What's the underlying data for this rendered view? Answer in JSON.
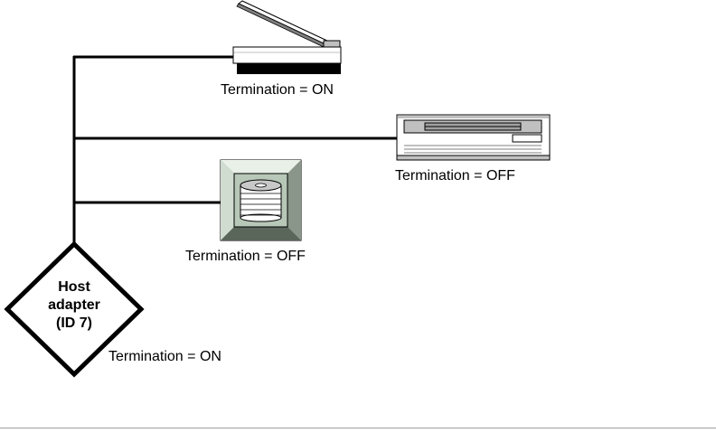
{
  "diagram": {
    "host": {
      "lines": [
        "Host",
        "adapter",
        "(ID 7)"
      ],
      "termination": "Termination = ON",
      "shape": "diamond"
    },
    "devices": [
      {
        "id": "scanner",
        "icon": "scanner-icon",
        "termination": "Termination = ON"
      },
      {
        "id": "tape-drive",
        "icon": "tape-drive-icon",
        "termination": "Termination = OFF"
      },
      {
        "id": "cd-rom",
        "icon": "cd-rom-icon",
        "termination": "Termination = OFF"
      }
    ],
    "colors": {
      "bus_line": "#000000",
      "device_fill": "#c0c0c0",
      "device_light": "#ffffff",
      "device_dark": "#808080",
      "cd_frame": "#b8c8b8"
    }
  }
}
